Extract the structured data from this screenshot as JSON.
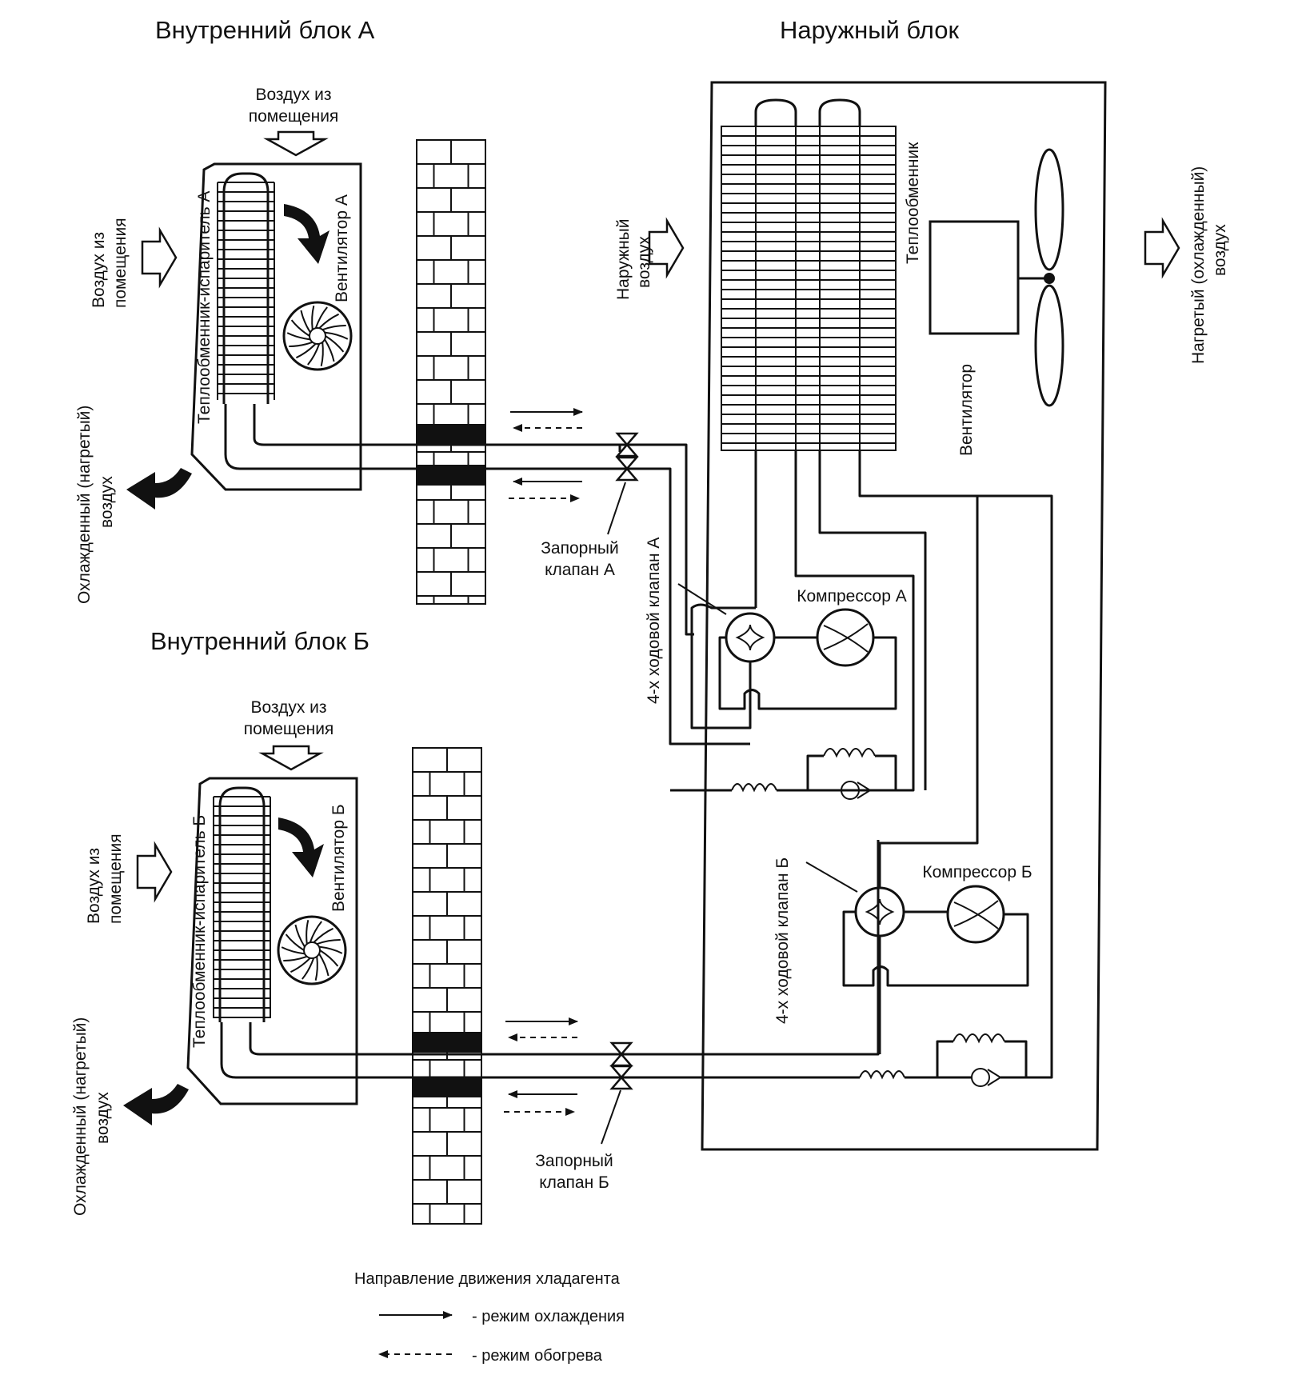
{
  "titles": {
    "indoor_a": "Внутренний блок А",
    "indoor_b": "Внутренний блок Б",
    "outdoor": "Наружный блок"
  },
  "indoor_a": {
    "air_in_top": [
      "Воздух из",
      "помещения"
    ],
    "air_in_left": [
      "Воздух из",
      "помещения"
    ],
    "air_out": [
      "Охлажденный (нагретый)",
      "воздух"
    ],
    "evaporator": "Теплообменник-испаритель А",
    "fan": "Вентилятор А"
  },
  "indoor_b": {
    "air_in_top": [
      "Воздух из",
      "помещения"
    ],
    "air_in_left": [
      "Воздух из",
      "помещения"
    ],
    "air_out": [
      "Охлажденный (нагретый)",
      "воздух"
    ],
    "evaporator": "Теплообменник-испаритель Б",
    "fan": "Вентилятор Б"
  },
  "outdoor": {
    "outside_air": [
      "Наружный",
      "воздух"
    ],
    "heat_exchanger": "Теплообменник",
    "fan": "Вентилятор",
    "exhaust": [
      "Нагретый (охлажденный)",
      "воздух"
    ],
    "compressor_a": "Компрессор А",
    "compressor_b": "Компрессор Б",
    "valve4_a": "4-х ходовой клапан А",
    "valve4_b": "4-х ходовой клапан Б"
  },
  "valves": {
    "shutoff_a": [
      "Запорный",
      "клапан А"
    ],
    "shutoff_b": [
      "Запорный",
      "клапан Б"
    ]
  },
  "legend": {
    "title": "Направление движения хладагента",
    "cooling": "- режим охлаждения",
    "heating": "- режим обогрева"
  }
}
